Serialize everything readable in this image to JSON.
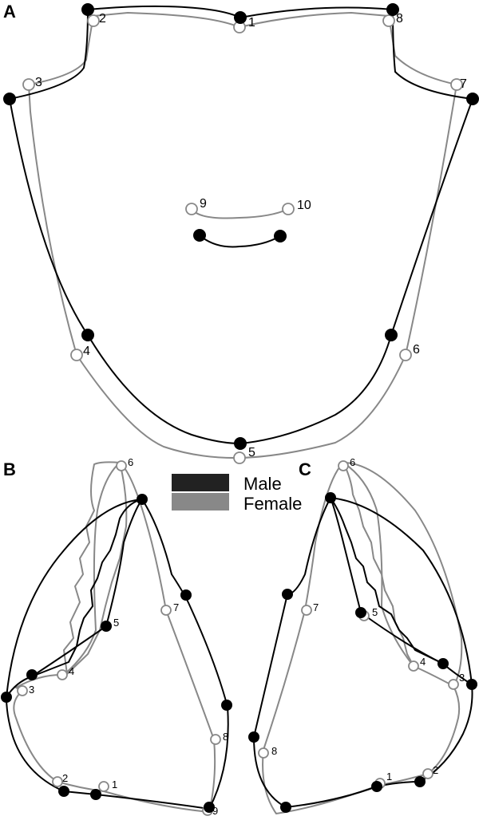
{
  "panels": {
    "a": {
      "label": "A"
    },
    "b": {
      "label": "B"
    },
    "c": {
      "label": "C"
    }
  },
  "legend": {
    "male": {
      "label": "Male",
      "color": "#222222"
    },
    "female": {
      "label": "Female",
      "color": "#888888"
    }
  },
  "landmarks": {
    "a": [
      "1",
      "2",
      "3",
      "4",
      "5",
      "6",
      "7",
      "8",
      "9",
      "10"
    ],
    "b": [
      "1",
      "2",
      "3",
      "4",
      "5",
      "6",
      "7",
      "8",
      "9"
    ],
    "c": [
      "1",
      "2",
      "3",
      "4",
      "5",
      "6",
      "7",
      "8"
    ]
  }
}
